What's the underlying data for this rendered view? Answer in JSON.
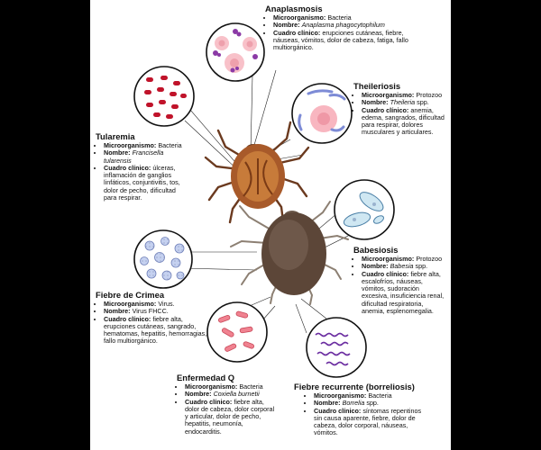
{
  "diseases": {
    "anaplasmosis": {
      "title": "Anaplasmosis",
      "micro_label": "Microorganismo:",
      "micro": "Bacteria",
      "name_label": "Nombre:",
      "name": "Anaplasma phagocytophilum",
      "clinical_label": "Cuadro clínico:",
      "clinical": "erupciones cutáneas, fiebre, náuseas, vómitos, dolor de cabeza, fatiga, fallo multiorgánico."
    },
    "theileriosis": {
      "title": "Theileriosis",
      "micro_label": "Microorganismo:",
      "micro": "Protozoo",
      "name_label": "Nombre:",
      "name": "Theileria",
      "name_suffix": "spp.",
      "clinical_label": "Cuadro clínico:",
      "clinical": "anemia, edema, sangrados, dificultad para respirar, dolores musculares y articulares."
    },
    "tularemia": {
      "title": "Tularemia",
      "micro_label": "Microorganismo:",
      "micro": "Bacteria",
      "name_label": "Nombre:",
      "name": "Francisella tularensis",
      "clinical_label": "Cuadro clínico:",
      "clinical": "úlceras, inflamación de ganglios linfáticos, conjuntivitis, tos, dolor de pecho, dificultad para respirar."
    },
    "babesiosis": {
      "title": "Babesiosis",
      "micro_label": "Microorganismo:",
      "micro": "Protozoo",
      "name_label": "Nombre:",
      "name": "Babesia",
      "name_suffix": "spp.",
      "clinical_label": "Cuadro clínico:",
      "clinical": "fiebre alta, escalofríos, náuseas, vómitos, sudoración excesiva, insuficiencia renal, dificultad respiratoria, anemia, esplenomegalia."
    },
    "crimea": {
      "title": "Fiebre de Crimea",
      "micro_label": "Microorganismo:",
      "micro": "Virus.",
      "name_label": "Nombre:",
      "name": "Virus FHCC.",
      "clinical_label": "Cuadro clínico:",
      "clinical": "fiebre alta, erupciones cutáneas, sangrado, hematomas, hepatitis, hemorragias, fallo multiorgánico."
    },
    "q_fever": {
      "title": "Enfermedad Q",
      "micro_label": "Microorganismo:",
      "micro": "Bacteria",
      "name_label": "Nombre:",
      "name": "Coxiella burnetii",
      "clinical_label": "Cuadro clínico:",
      "clinical": "fiebre alta, dolor de cabeza, dolor corporal y articular, dolor de pecho, hepatitis, neumonía, endocarditis."
    },
    "relapsing": {
      "title": "Fiebre recurrente (borreliosis)",
      "micro_label": "Microorganismo:",
      "micro": "Bacteria",
      "name_label": "Nombre:",
      "name": "Borrelia",
      "name_suffix": "spp.",
      "clinical_label": "Cuadro clínico:",
      "clinical": "síntomas repentinos sin causa aparente, fiebre, dolor de cabeza, dolor corporal, náuseas, vómitos."
    }
  },
  "colors": {
    "background": "#000000",
    "panel": "#ffffff",
    "rbc": "#c0132a",
    "rbc_pale": "#f6b2bc",
    "virus": "#b9c8ec",
    "spirochete": "#6a2ca0",
    "tick_red": "#8a4a2a",
    "tick_dark": "#5a4438"
  }
}
